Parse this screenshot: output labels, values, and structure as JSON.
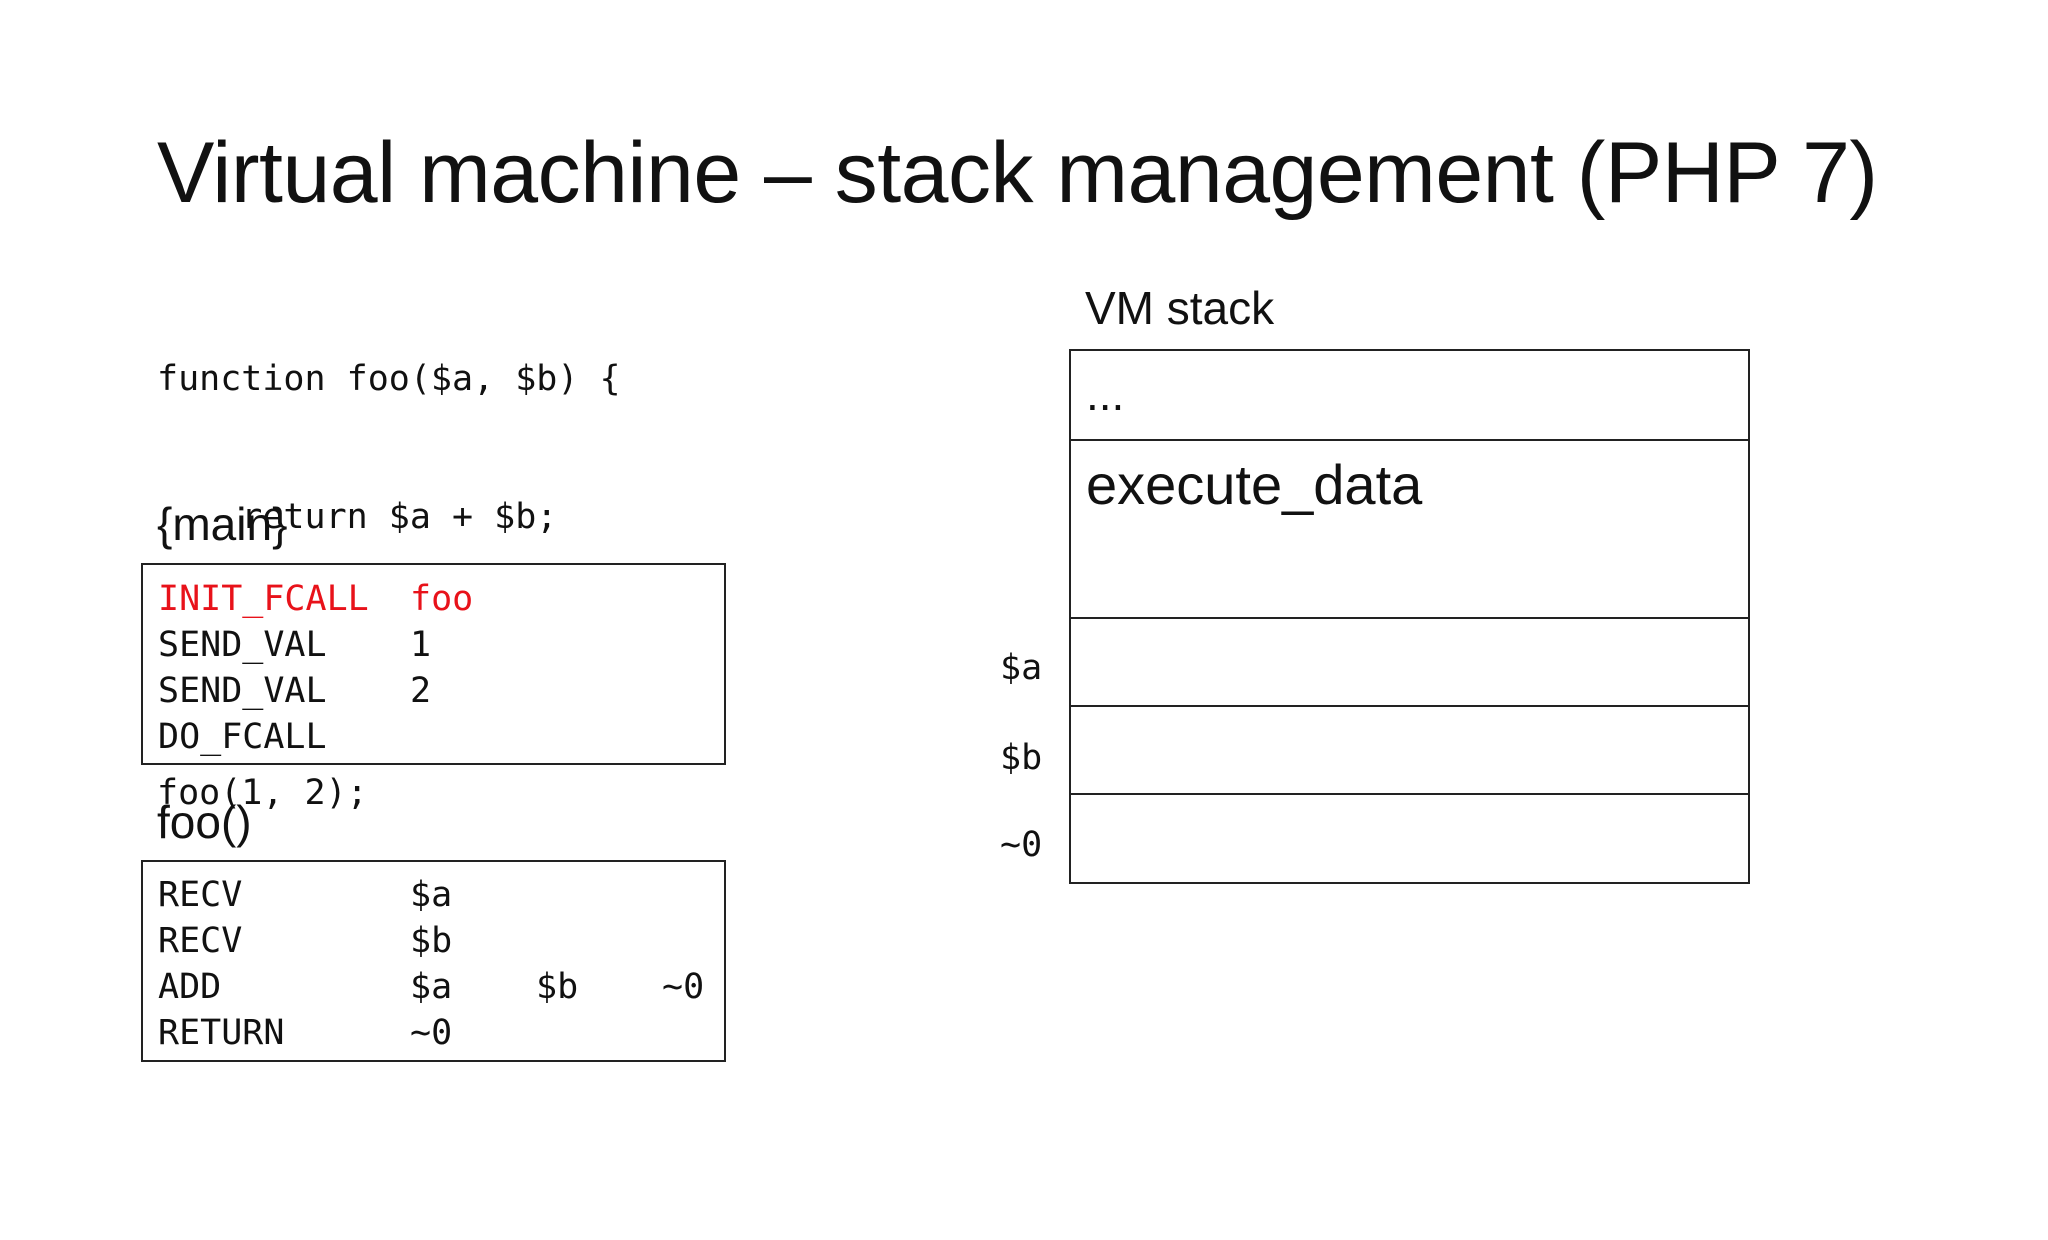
{
  "slide": {
    "title": "Virtual machine – stack management (PHP 7)"
  },
  "code": {
    "lines": [
      "function foo($a, $b) {",
      "    return $a + $b;",
      "}",
      "foo(1, 2);"
    ]
  },
  "main_block": {
    "label": "{main}",
    "rows": [
      {
        "op": "INIT_FCALL",
        "arg1": "foo",
        "arg2": "",
        "arg3": ""
      },
      {
        "op": "SEND_VAL",
        "arg1": "1",
        "arg2": "",
        "arg3": ""
      },
      {
        "op": "SEND_VAL",
        "arg1": "2",
        "arg2": "",
        "arg3": ""
      },
      {
        "op": "DO_FCALL",
        "arg1": "",
        "arg2": "",
        "arg3": ""
      }
    ],
    "highlight_color": "#e8121a"
  },
  "foo_block": {
    "label": "foo()",
    "rows": [
      {
        "op": "RECV",
        "arg1": "$a",
        "arg2": "",
        "arg3": ""
      },
      {
        "op": "RECV",
        "arg1": "$b",
        "arg2": "",
        "arg3": ""
      },
      {
        "op": "ADD",
        "arg1": "$a",
        "arg2": "$b",
        "arg3": "~0"
      },
      {
        "op": "RETURN",
        "arg1": "~0",
        "arg2": "",
        "arg3": ""
      }
    ]
  },
  "vm_stack": {
    "label": "VM stack",
    "cells": [
      {
        "text": "...",
        "slot": ""
      },
      {
        "text": "execute_data",
        "slot": ""
      },
      {
        "text": "",
        "slot": "$a"
      },
      {
        "text": "",
        "slot": "$b"
      },
      {
        "text": "",
        "slot": "~0"
      }
    ]
  }
}
